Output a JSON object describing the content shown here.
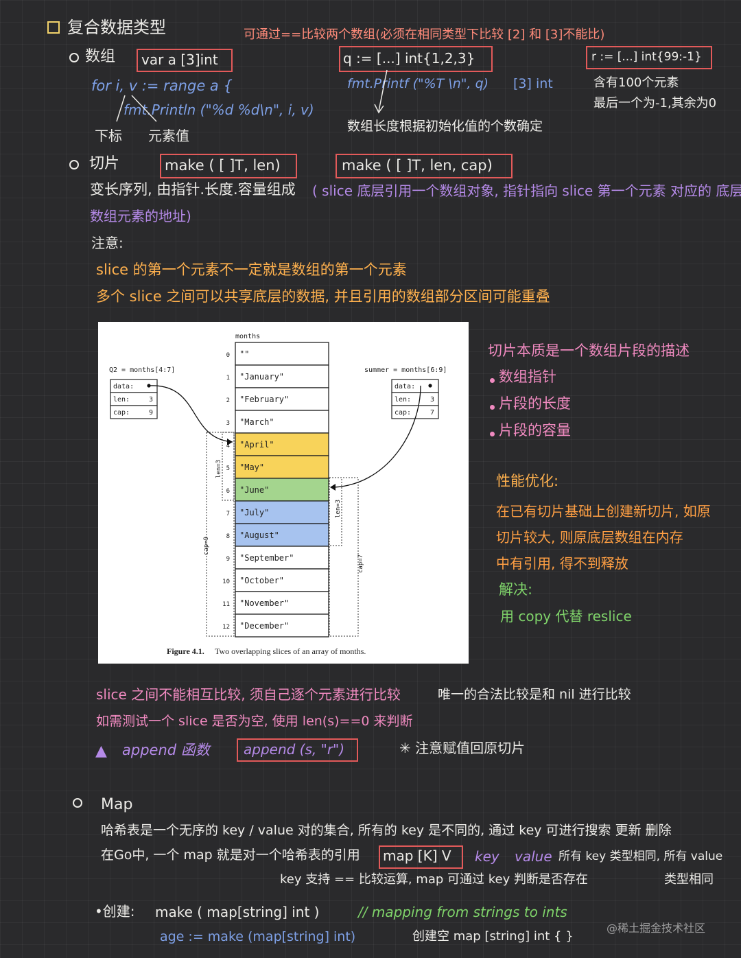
{
  "heading": {
    "title": "复合数据类型"
  },
  "array": {
    "label": "数组",
    "syntax": "var a [3]int",
    "compare_note": "可通过==比较两个数组(必须在相同类型下比较 [2] 和 [3]不能比)",
    "literal": "q := [...] int{1,2,3}",
    "literal2": "r := [...] int{99:-1}",
    "for_line": "for  i, v := range a {",
    "print_line": "fmt.Println (\"%d  %d\\n\",  i, v)",
    "index_label": "下标",
    "value_label": "元素值",
    "printf_line": "fmt.Printf (\"%T \\n\", q)",
    "type_result": "[3] int",
    "length_note": "数组长度根据初始化值的个数确定",
    "r_note1": "含有100个元素",
    "r_note2": "最后一个为-1,其余为0"
  },
  "slice": {
    "label": "切片",
    "make1": "make ( [ ]T,  len)",
    "make2": "make  ( [ ]T,  len, cap)",
    "desc_white": "变长序列, 由指针.长度.容量组成",
    "desc_purple1": "( slice 底层引用一个数组对象, 指针指向 slice 第一个元素 对应的 底层",
    "desc_purple2": "数组元素的地址)",
    "note_label": "注意:",
    "note1": "slice 的第一个元素不一定就是数组的第一个元素",
    "note2": "多个 slice 之间可以共享底层的数据, 并且引用的数组部分区间可能重叠",
    "essence": "切片本质是一个数组片段的描述",
    "bullets": [
      "数组指针",
      "片段的长度",
      "片段的容量"
    ],
    "perf_title": "性能优化:",
    "perf1": "在已有切片基础上创建新切片, 如原",
    "perf2": "切片较大, 则原底层数组在内存",
    "perf3": "中有引用, 得不到释放",
    "solve": "解决:",
    "solution": "用 copy 代替  reslice",
    "compare1": "slice 之间不能相互比较, 须自己逐个元素进行比较",
    "compare_nil": "唯一的合法比较是和 nil 进行比较",
    "empty_check": "如需测试一个 slice 是否为空, 使用 len(s)==0 来判断",
    "append_label": "append 函数",
    "append_code": "append (s, \"r\")",
    "append_note": "✳ 注意赋值回原切片"
  },
  "figure": {
    "caption_bold": "Figure 4.1.",
    "caption_text": "Two overlapping slices of an array of months.",
    "array_label": "months",
    "left_header": "Q2 = months[4:7]",
    "right_header": "summer = months[6:9]",
    "left_fields": [
      {
        "k": "data:",
        "v": ""
      },
      {
        "k": "len:",
        "v": "3"
      },
      {
        "k": "cap:",
        "v": "9"
      }
    ],
    "right_fields": [
      {
        "k": "data:",
        "v": ""
      },
      {
        "k": "len:",
        "v": "3"
      },
      {
        "k": "cap:",
        "v": "7"
      }
    ],
    "left_len": "len=3",
    "left_cap": "cap=9",
    "right_len": "len=3",
    "right_cap": "cap=7",
    "cells": [
      "\"\"",
      "\"January\"",
      "\"February\"",
      "\"March\"",
      "\"April\"",
      "\"May\"",
      "\"June\"",
      "\"July\"",
      "\"August\"",
      "\"September\"",
      "\"October\"",
      "\"November\"",
      "\"December\""
    ],
    "indices": [
      "0",
      "1",
      "2",
      "3",
      "4",
      "5",
      "6",
      "7",
      "8",
      "9",
      "10",
      "11",
      "12"
    ],
    "colors": {
      "q2": "#f8d35a",
      "overlap": "#a4d58e",
      "summer": "#a7c3ef"
    }
  },
  "map": {
    "label": "Map",
    "line1": "哈希表是一个无序的 key / value 对的集合, 所有的 key 是不同的, 通过 key 可进行搜索 更新 删除",
    "line2_a": "在Go中, 一个 map 就是对一个哈希表的引用",
    "syntax": "map [K] V",
    "line2_key": "key",
    "line2_value": "value",
    "line2_c": "所有 key 类型相同, 所有 value",
    "line3": "key 支持 == 比较运算, map 可通过 key 判断是否存在",
    "line3_b": "类型相同",
    "create_label": "•创建:",
    "create_code": "make ( map[string] int )",
    "create_comment": "// mapping  from  strings  to  ints",
    "create2": "age  :=  make (map[string] int)",
    "create2_note": "创建空  map [string] int { }",
    "watermark": "@稀土掘金技术社区"
  }
}
